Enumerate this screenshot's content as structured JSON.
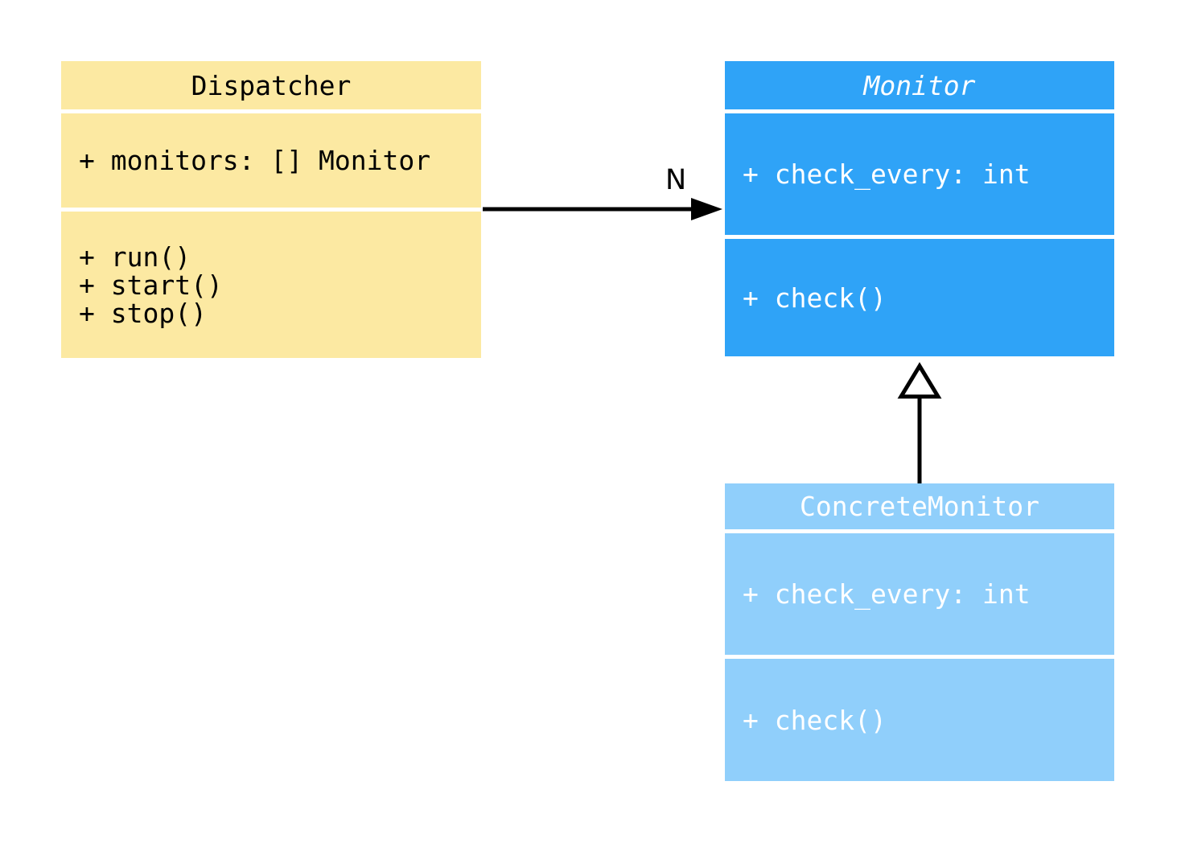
{
  "diagram": {
    "type": "uml-class-diagram",
    "background_color": "#ffffff",
    "connector_color": "#000000",
    "classes": [
      {
        "name": "Dispatcher",
        "title_italic": false,
        "fill_color": "#fce9a2",
        "text_color": "#000000",
        "attributes": [
          "+ monitors: [] Monitor"
        ],
        "methods": [
          "+ run()",
          "+ start()",
          "+ stop()"
        ]
      },
      {
        "name": "Monitor",
        "title_italic": true,
        "fill_color": "#2fa3f7",
        "text_color": "#ffffff",
        "attributes": [
          "+ check_every: int"
        ],
        "methods": [
          "+ check()"
        ]
      },
      {
        "name": "ConcreteMonitor",
        "title_italic": false,
        "fill_color": "#90cffb",
        "text_color": "#ffffff",
        "attributes": [
          "+ check_every: int"
        ],
        "methods": [
          "+ check()"
        ]
      }
    ],
    "relations": [
      {
        "type": "association",
        "from": "Dispatcher",
        "to": "Monitor",
        "label": "N",
        "arrow_style": "filled-arrowhead"
      },
      {
        "type": "inheritance",
        "from": "ConcreteMonitor",
        "to": "Monitor",
        "label": "",
        "arrow_style": "hollow-triangle"
      }
    ]
  }
}
